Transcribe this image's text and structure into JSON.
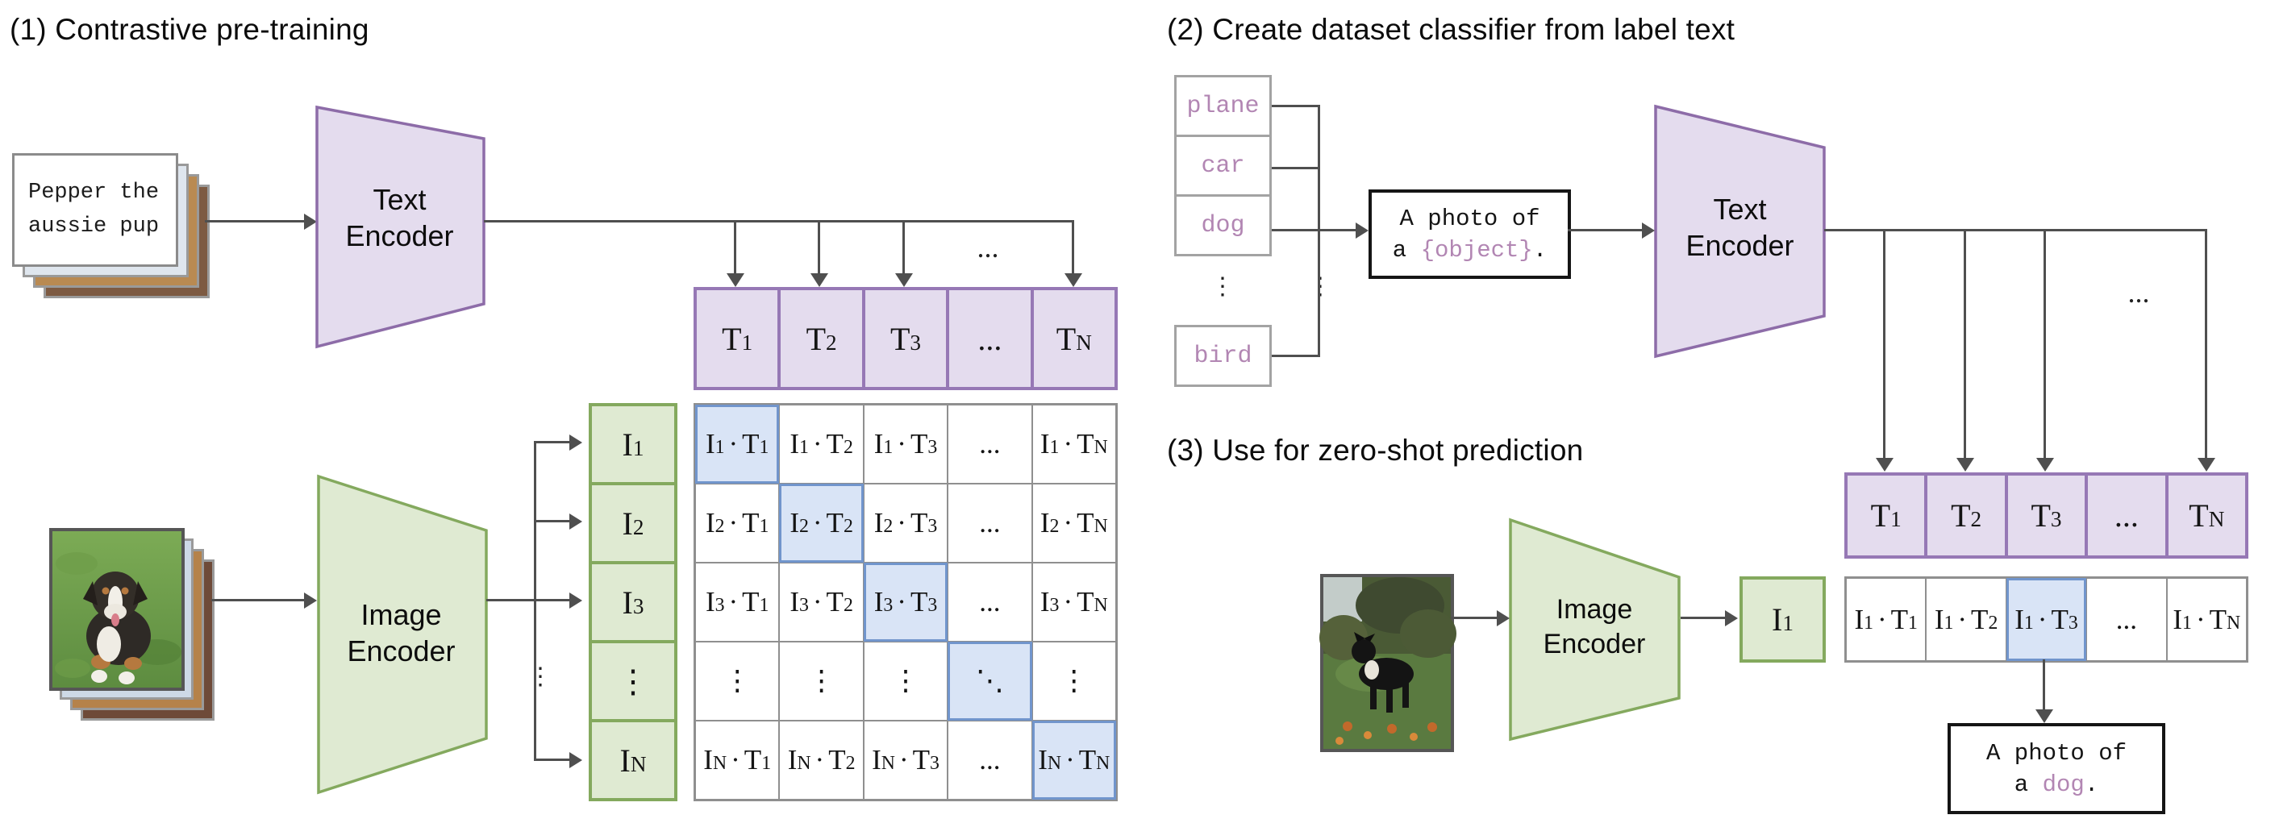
{
  "colors": {
    "purple_fill": "#e4dcee",
    "purple_border": "#9678b5",
    "green_fill": "#dfead2",
    "green_border": "#84a95e",
    "highlight_fill": "#d9e4f6",
    "highlight_border": "#7195cc",
    "grid_gray": "#8f8f8f",
    "label_purple": "#b286b3",
    "line_color": "#4f4f4f"
  },
  "panel1": {
    "title": "(1) Contrastive pre-training",
    "text_input": {
      "line1": "Pepper the",
      "line2": "aussie pup"
    },
    "text_encoder_label": "Text Encoder",
    "image_encoder_label": "Image Encoder",
    "ellipsis_h": "...",
    "ellipsis_v": "⋮",
    "text_embeddings": [
      {
        "b": "T",
        "s": "1"
      },
      {
        "b": "T",
        "s": "2"
      },
      {
        "b": "T",
        "s": "3"
      },
      {
        "b": "...",
        "s": ""
      },
      {
        "b": "T",
        "s": "N"
      }
    ],
    "image_embeddings": [
      {
        "b": "I",
        "s": "1"
      },
      {
        "b": "I",
        "s": "2"
      },
      {
        "b": "I",
        "s": "3"
      },
      {
        "b": "⋮",
        "s": ""
      },
      {
        "b": "I",
        "s": "N"
      }
    ],
    "matrix": [
      [
        {
          "t": "pair",
          "i": "1",
          "j": "1",
          "hl": true
        },
        {
          "t": "pair",
          "i": "1",
          "j": "2"
        },
        {
          "t": "pair",
          "i": "1",
          "j": "3"
        },
        {
          "t": "hdots"
        },
        {
          "t": "pair",
          "i": "1",
          "j": "N"
        }
      ],
      [
        {
          "t": "pair",
          "i": "2",
          "j": "1"
        },
        {
          "t": "pair",
          "i": "2",
          "j": "2",
          "hl": true
        },
        {
          "t": "pair",
          "i": "2",
          "j": "3"
        },
        {
          "t": "hdots"
        },
        {
          "t": "pair",
          "i": "2",
          "j": "N"
        }
      ],
      [
        {
          "t": "pair",
          "i": "3",
          "j": "1"
        },
        {
          "t": "pair",
          "i": "3",
          "j": "2"
        },
        {
          "t": "pair",
          "i": "3",
          "j": "3",
          "hl": true
        },
        {
          "t": "hdots"
        },
        {
          "t": "pair",
          "i": "3",
          "j": "N"
        }
      ],
      [
        {
          "t": "vdots"
        },
        {
          "t": "vdots"
        },
        {
          "t": "vdots"
        },
        {
          "t": "ddots",
          "hl": true
        },
        {
          "t": "vdots"
        }
      ],
      [
        {
          "t": "pair",
          "i": "N",
          "j": "1"
        },
        {
          "t": "pair",
          "i": "N",
          "j": "2"
        },
        {
          "t": "pair",
          "i": "N",
          "j": "3"
        },
        {
          "t": "hdots"
        },
        {
          "t": "pair",
          "i": "N",
          "j": "N",
          "hl": true
        }
      ]
    ]
  },
  "panel2": {
    "title": "(2) Create dataset classifier from label text",
    "class_labels": [
      "plane",
      "car",
      "dog",
      "bird"
    ],
    "ellipsis_v": "⋮",
    "ellipsis_h": "...",
    "prompt": {
      "l1": "A photo of",
      "l2a": "a ",
      "l2b": "{object}",
      "l2c": "."
    },
    "text_encoder_label": "Text Encoder",
    "text_embeddings": [
      {
        "b": "T",
        "s": "1"
      },
      {
        "b": "T",
        "s": "2"
      },
      {
        "b": "T",
        "s": "3"
      },
      {
        "b": "...",
        "s": ""
      },
      {
        "b": "T",
        "s": "N"
      }
    ]
  },
  "panel3": {
    "title": "(3) Use for zero-shot prediction",
    "image_encoder_label": "Image Encoder",
    "image_embedding": {
      "b": "I",
      "s": "1"
    },
    "similarity": [
      {
        "t": "pair",
        "i": "1",
        "j": "1"
      },
      {
        "t": "pair",
        "i": "1",
        "j": "2"
      },
      {
        "t": "pair",
        "i": "1",
        "j": "3",
        "hl": true
      },
      {
        "t": "hdots"
      },
      {
        "t": "pair",
        "i": "1",
        "j": "N"
      }
    ],
    "answer": {
      "l1": "A photo of",
      "l2a": "a ",
      "l2b": "dog",
      "l2c": "."
    }
  }
}
